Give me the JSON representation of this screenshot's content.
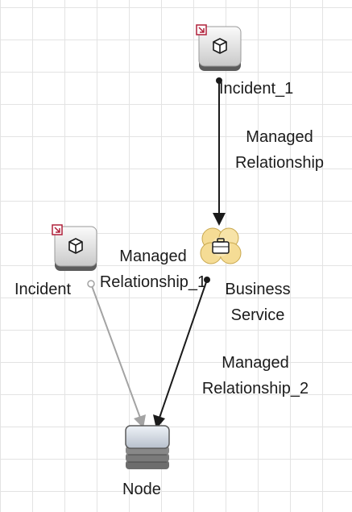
{
  "nodes": {
    "incident_1": {
      "label": "Incident_1",
      "icon": "box-3d-icon",
      "badge": "shortcut-arrow-icon"
    },
    "incident": {
      "label": "Incident",
      "icon": "box-3d-icon",
      "badge": "shortcut-arrow-icon"
    },
    "business_service": {
      "label_line1": "Business",
      "label_line2": "Service",
      "icon": "business-service-icon"
    },
    "node": {
      "label": "Node",
      "icon": "server-stack-icon"
    }
  },
  "edges": {
    "managed_relationship": {
      "line1": "Managed",
      "line2": "Relationship"
    },
    "managed_relationship_1": {
      "line1": "Managed",
      "line2": "Relationship_1"
    },
    "managed_relationship_2": {
      "line1": "Managed",
      "line2": "Relationship_2"
    }
  },
  "colors": {
    "grid": "#e3e3e3",
    "edge_dark": "#1a1a1a",
    "edge_light": "#a3a3a3",
    "node_badge": "#b0203a",
    "service_icon": "#f5dc95"
  }
}
